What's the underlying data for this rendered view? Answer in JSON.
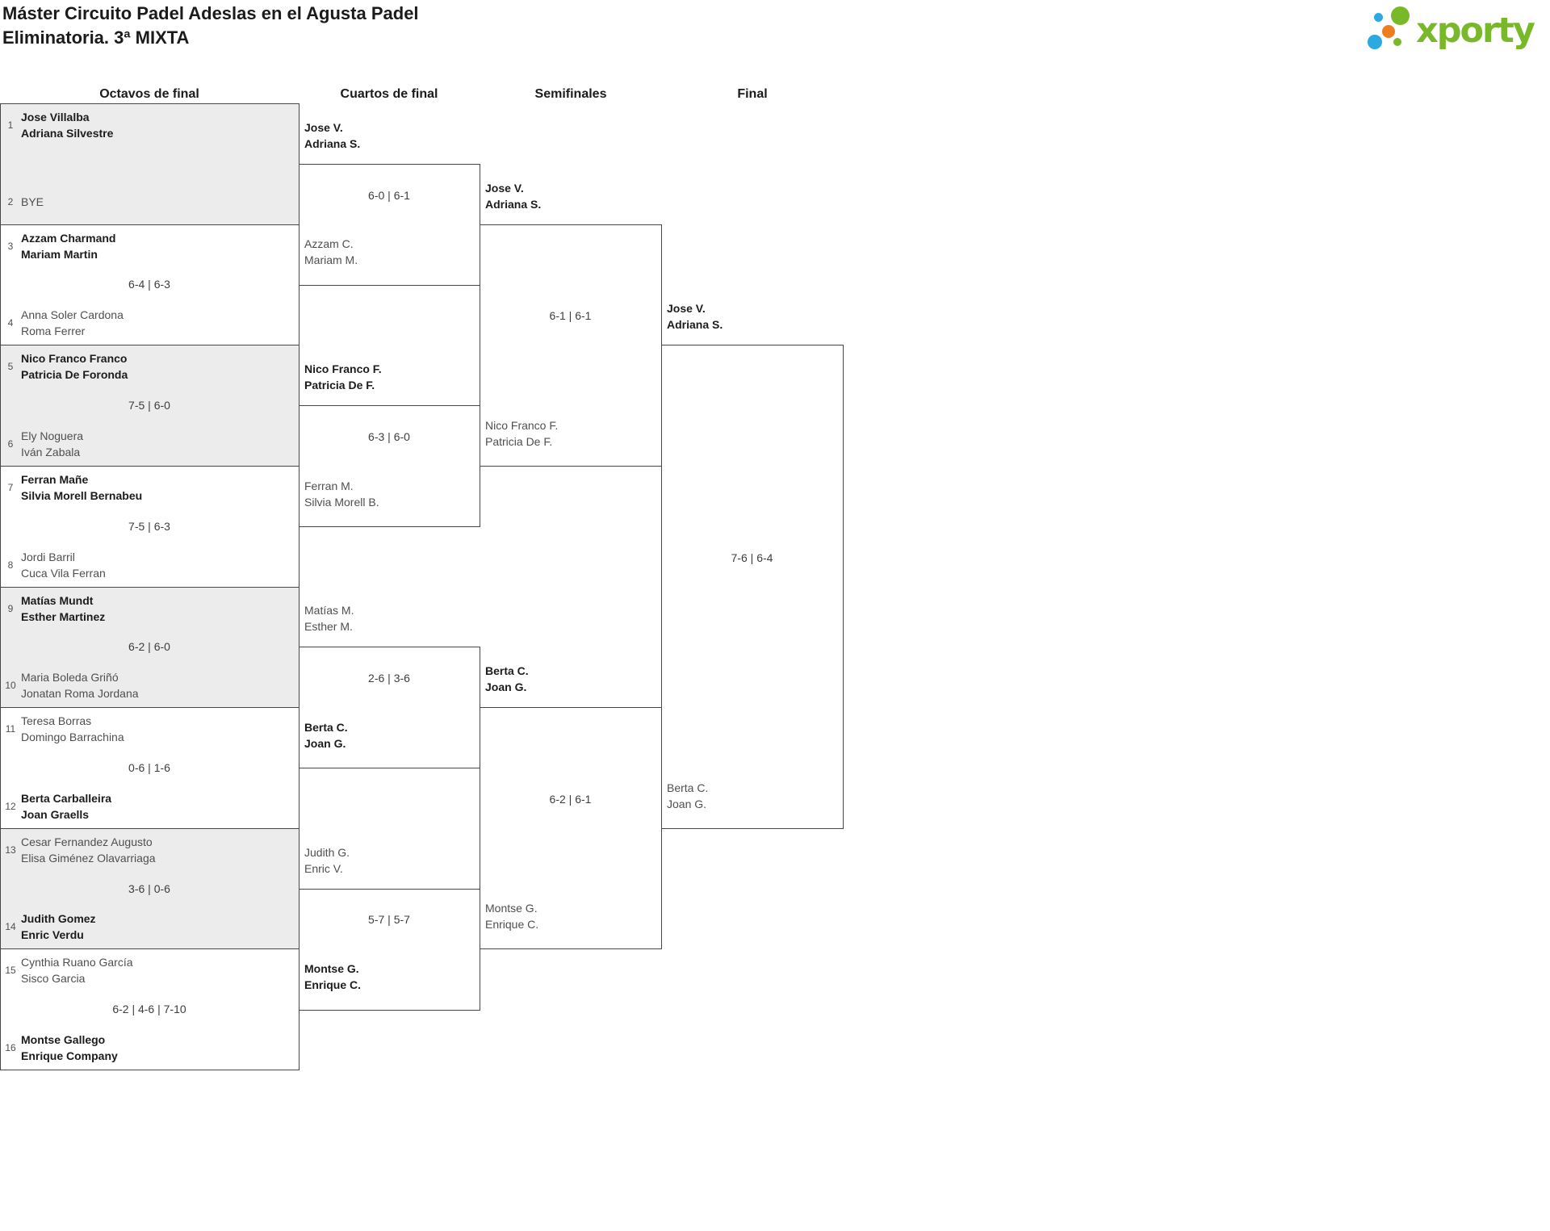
{
  "header": {
    "title_line1": "Máster Circuito Padel Adeslas en el Agusta Padel",
    "title_line2": "Eliminatoria. 3ª MIXTA",
    "logo_text": "xporty"
  },
  "colors": {
    "brand_green": "#79B829",
    "brand_blue": "#2BA9E1",
    "brand_orange": "#EE7D20",
    "shaded_box": "#ececec",
    "border": "#474747",
    "winner_text": "#1c1c1c",
    "loser_text": "#4f4f4f"
  },
  "rounds": [
    {
      "label": "Octavos de final"
    },
    {
      "label": "Cuartos de final"
    },
    {
      "label": "Semifinales"
    },
    {
      "label": "Final"
    }
  ],
  "round_of_16": [
    {
      "seed_top": "1",
      "team_top": [
        "Jose Villalba",
        "Adriana Silvestre"
      ],
      "top_winner": true,
      "seed_bottom": "2",
      "team_bottom": [
        "BYE"
      ],
      "bottom_winner": false,
      "score": "",
      "shaded": true
    },
    {
      "seed_top": "3",
      "team_top": [
        "Azzam Charmand",
        "Mariam Martin"
      ],
      "top_winner": true,
      "seed_bottom": "4",
      "team_bottom": [
        "Anna Soler Cardona",
        "Roma Ferrer"
      ],
      "bottom_winner": false,
      "score": "6-4 | 6-3",
      "shaded": false
    },
    {
      "seed_top": "5",
      "team_top": [
        "Nico Franco Franco",
        "Patricia De Foronda"
      ],
      "top_winner": true,
      "seed_bottom": "6",
      "team_bottom": [
        "Ely Noguera",
        "Iván Zabala"
      ],
      "bottom_winner": false,
      "score": "7-5 | 6-0",
      "shaded": true
    },
    {
      "seed_top": "7",
      "team_top": [
        "Ferran Mañe",
        "Silvia Morell Bernabeu"
      ],
      "top_winner": true,
      "seed_bottom": "8",
      "team_bottom": [
        "Jordi Barril",
        "Cuca Vila Ferran"
      ],
      "bottom_winner": false,
      "score": "7-5 | 6-3",
      "shaded": false
    },
    {
      "seed_top": "9",
      "team_top": [
        "Matías Mundt",
        "Esther Martinez"
      ],
      "top_winner": true,
      "seed_bottom": "10",
      "team_bottom": [
        "Maria Boleda Griñó",
        "Jonatan Roma Jordana"
      ],
      "bottom_winner": false,
      "score": "6-2 | 6-0",
      "shaded": true
    },
    {
      "seed_top": "11",
      "team_top": [
        "Teresa Borras",
        "Domingo Barrachina"
      ],
      "top_winner": false,
      "seed_bottom": "12",
      "team_bottom": [
        "Berta Carballeira",
        "Joan Graells"
      ],
      "bottom_winner": true,
      "score": "0-6 | 1-6",
      "shaded": false
    },
    {
      "seed_top": "13",
      "team_top": [
        "Cesar Fernandez Augusto",
        "Elisa Giménez Olavarriaga"
      ],
      "top_winner": false,
      "seed_bottom": "14",
      "team_bottom": [
        "Judith Gomez",
        "Enric Verdu"
      ],
      "bottom_winner": true,
      "score": "3-6 | 0-6",
      "shaded": true
    },
    {
      "seed_top": "15",
      "team_top": [
        "Cynthia Ruano García",
        "Sisco Garcia"
      ],
      "top_winner": false,
      "seed_bottom": "16",
      "team_bottom": [
        "Montse Gallego",
        "Enrique Company"
      ],
      "bottom_winner": true,
      "score": "6-2 | 4-6 | 7-10",
      "shaded": false
    }
  ],
  "quarterfinals": [
    {
      "top": [
        "Jose V.",
        "Adriana S."
      ],
      "top_winner": true,
      "bottom": [
        "Azzam C.",
        "Mariam M."
      ],
      "bottom_winner": false,
      "score": "6-0 | 6-1"
    },
    {
      "top": [
        "Nico Franco F.",
        "Patricia De F."
      ],
      "top_winner": true,
      "bottom": [
        "Ferran M.",
        "Silvia Morell B."
      ],
      "bottom_winner": false,
      "score": "6-3 | 6-0"
    },
    {
      "top": [
        "Matías M.",
        "Esther M."
      ],
      "top_winner": false,
      "bottom": [
        "Berta C.",
        "Joan G."
      ],
      "bottom_winner": true,
      "score": "2-6 | 3-6"
    },
    {
      "top": [
        "Judith G.",
        "Enric V."
      ],
      "top_winner": false,
      "bottom": [
        "Montse G.",
        "Enrique C."
      ],
      "bottom_winner": true,
      "score": "5-7 | 5-7"
    }
  ],
  "semifinals": [
    {
      "top": [
        "Jose V.",
        "Adriana S."
      ],
      "top_winner": true,
      "bottom": [
        "Nico Franco F.",
        "Patricia De F."
      ],
      "bottom_winner": false,
      "score": "6-1 | 6-1"
    },
    {
      "top": [
        "Berta C.",
        "Joan G."
      ],
      "top_winner": true,
      "bottom": [
        "Montse G.",
        "Enrique C."
      ],
      "bottom_winner": false,
      "score": "6-2 | 6-1"
    }
  ],
  "final": {
    "top": [
      "Jose V.",
      "Adriana S."
    ],
    "top_winner": true,
    "bottom": [
      "Berta C.",
      "Joan G."
    ],
    "bottom_winner": false,
    "score": "7-6 | 6-4"
  }
}
